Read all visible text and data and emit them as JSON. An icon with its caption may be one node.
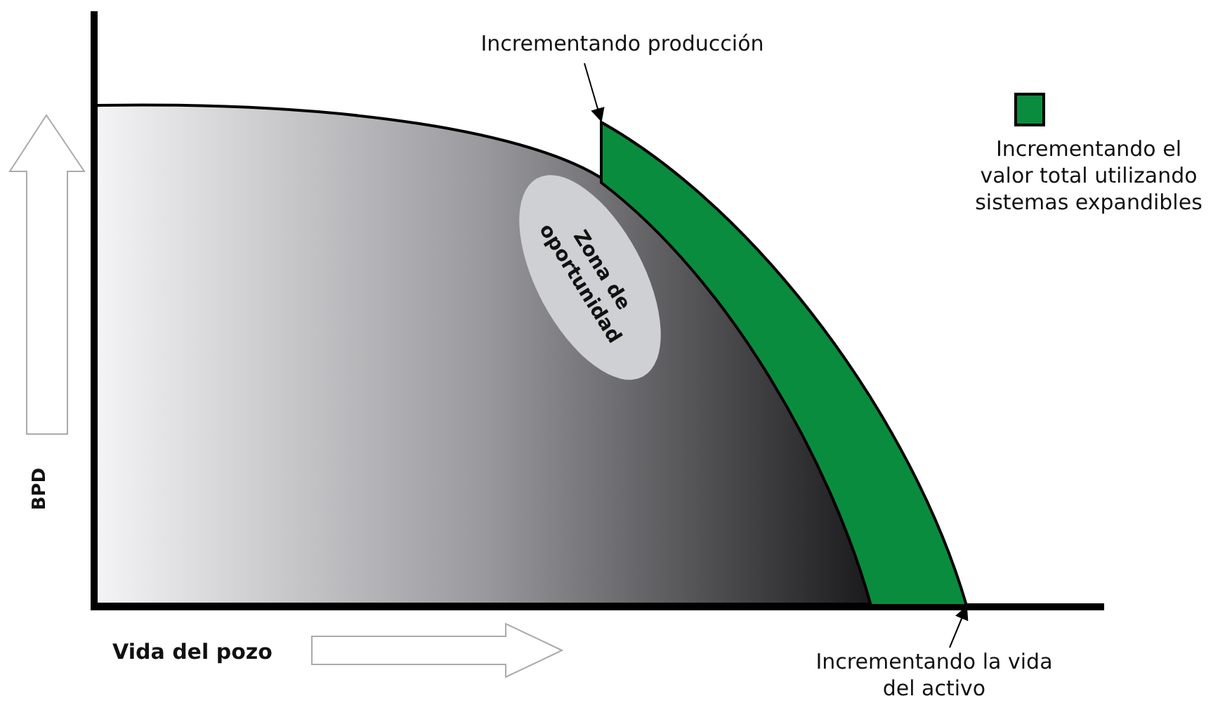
{
  "diagram": {
    "nodes": [
      {
        "text": [
          "Incrementando producción"
        ]
      },
      {
        "text": [],
        "shape": "band"
      },
      {
        "text": [
          "Zona de oportunidad"
        ]
      },
      {
        "text": [
          "Incrementando la vida del activo"
        ]
      }
    ],
    "edges": [
      {
        "from": 0,
        "to": 1,
        "arrow": "to"
      },
      {
        "from": 3,
        "to": 1,
        "arrow": "to"
      }
    ],
    "labels": [
      "BPD",
      "Vida del pozo"
    ],
    "legend": [
      {
        "text": "Incrementando el valor total utilizando sistemas expandibles",
        "color": "#0a8c3e"
      }
    ]
  }
}
